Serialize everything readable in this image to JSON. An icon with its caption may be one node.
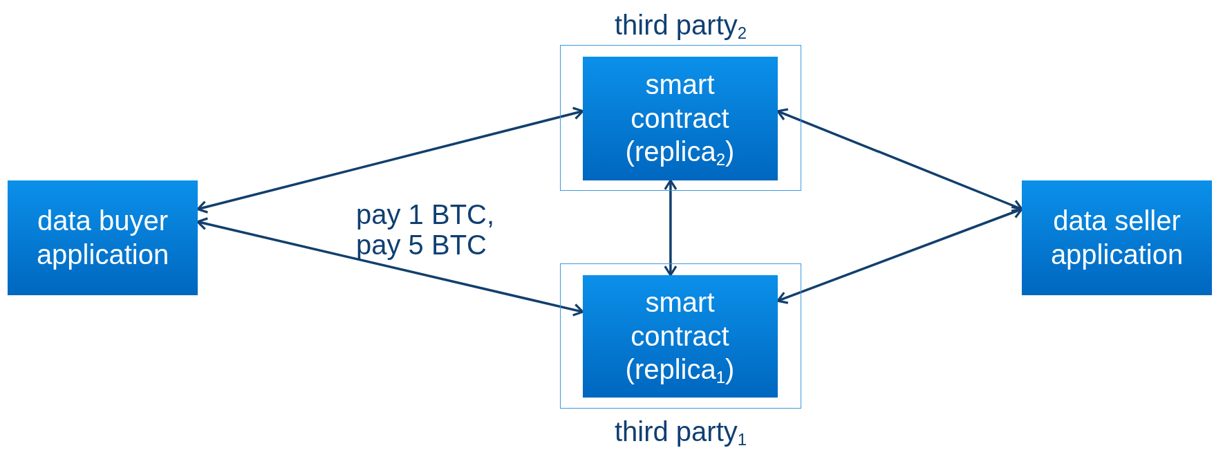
{
  "diagram": {
    "nodes": [
      {
        "text": [
          "data buyer application"
        ]
      },
      {
        "text": [
          "third party$_{2}$"
        ]
      },
      {
        "text": [
          "smart contract (replica$_{2}$)"
        ],
        "in": 1
      },
      {
        "text": [
          "third party$_{1}$"
        ]
      },
      {
        "text": [
          "smart contract (replica$_{1}$)"
        ],
        "in": 3
      },
      {
        "text": [
          "data seller application"
        ]
      }
    ],
    "edges": [
      {
        "from": 0,
        "to": 2,
        "arrow": "both"
      },
      {
        "from": 0,
        "to": 4,
        "arrow": "both"
      },
      {
        "from": 2,
        "to": 4,
        "arrow": "both"
      },
      {
        "from": 2,
        "to": 5,
        "arrow": "both"
      },
      {
        "from": 4,
        "to": 5,
        "arrow": "both"
      }
    ],
    "labels": [
      "pay 1 BTC, pay 5 BTC"
    ]
  }
}
